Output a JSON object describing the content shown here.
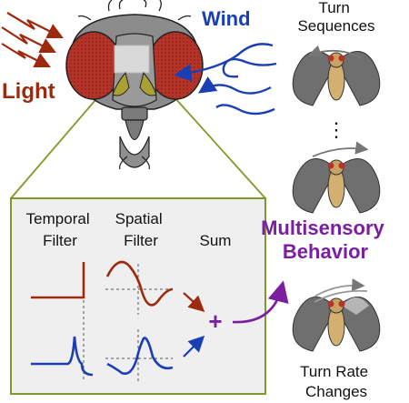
{
  "labels": {
    "light": "Light",
    "wind": "Wind",
    "turn_sequences": [
      "Turn",
      "Sequences"
    ],
    "temporal_filter": [
      "Temporal",
      "Filter"
    ],
    "spatial_filter": [
      "Spatial",
      "Filter"
    ],
    "sum": "Sum",
    "sum_symbol": "+",
    "multisensory_behavior": [
      "Multisensory",
      "Behavior"
    ],
    "turn_rate_changes": [
      "Turn Rate",
      "Changes"
    ],
    "ellipsis": "⋮"
  },
  "colors": {
    "light": "#9e2a0e",
    "wind": "#1a3fb5",
    "behavior": "#7a1fa0",
    "panel_border": "#7f9a2a",
    "panel_fill": "#efefef",
    "fly_gray": "#8c8c8c",
    "eye_red": "#b5342a"
  },
  "panel_icons": [
    "temporal-filter-light-icon",
    "spatial-filter-light-icon",
    "temporal-filter-wind-icon",
    "spatial-filter-wind-icon"
  ]
}
